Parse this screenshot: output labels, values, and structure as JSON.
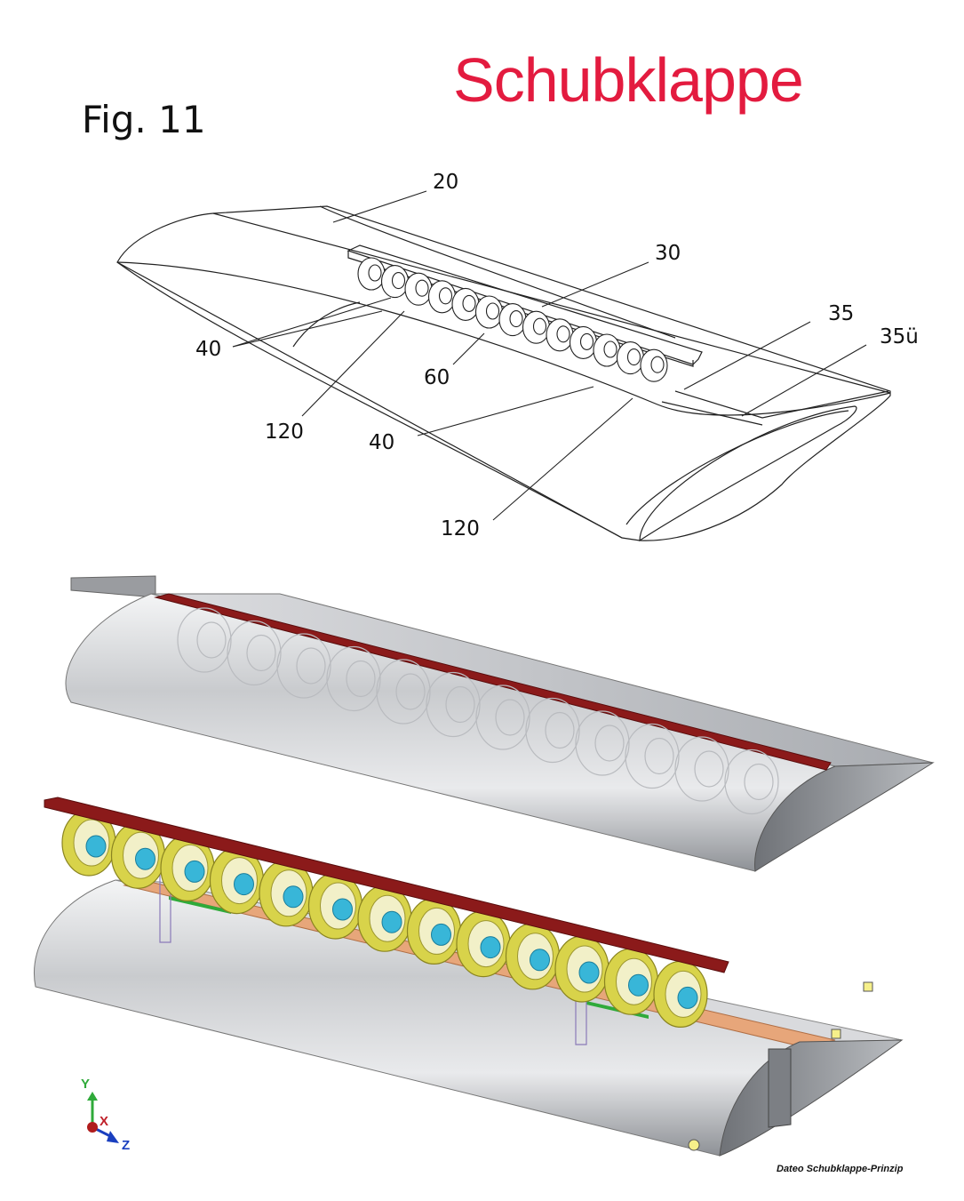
{
  "header": {
    "title": "Schubklappe",
    "figure_label": "Fig. 11"
  },
  "callouts": [
    {
      "id": "c20",
      "text": "20"
    },
    {
      "id": "c30",
      "text": "30"
    },
    {
      "id": "c35",
      "text": "35"
    },
    {
      "id": "c35u",
      "text": "35ü"
    },
    {
      "id": "c40a",
      "text": "40"
    },
    {
      "id": "c60",
      "text": "60"
    },
    {
      "id": "c120a",
      "text": "120"
    },
    {
      "id": "c40b",
      "text": "40"
    },
    {
      "id": "c120b",
      "text": "120"
    }
  ],
  "axes_triad": {
    "y": "Y",
    "x": "X",
    "z": "Z"
  },
  "footer": {
    "caption": "Dateo Schubklappe-Prinzip"
  },
  "colors": {
    "title": "#e31b3f",
    "flap_bar": "#8b1a1a",
    "fan_ring": "#d8d34a",
    "fan_hub": "#38b6d8",
    "channel": "#e7a67a",
    "support": "#2faa3a",
    "skin": "#c9cbce"
  },
  "icons": [
    "axis-y-arrow-icon",
    "axis-x-origin-icon",
    "axis-z-arrow-icon",
    "marker-icon"
  ]
}
